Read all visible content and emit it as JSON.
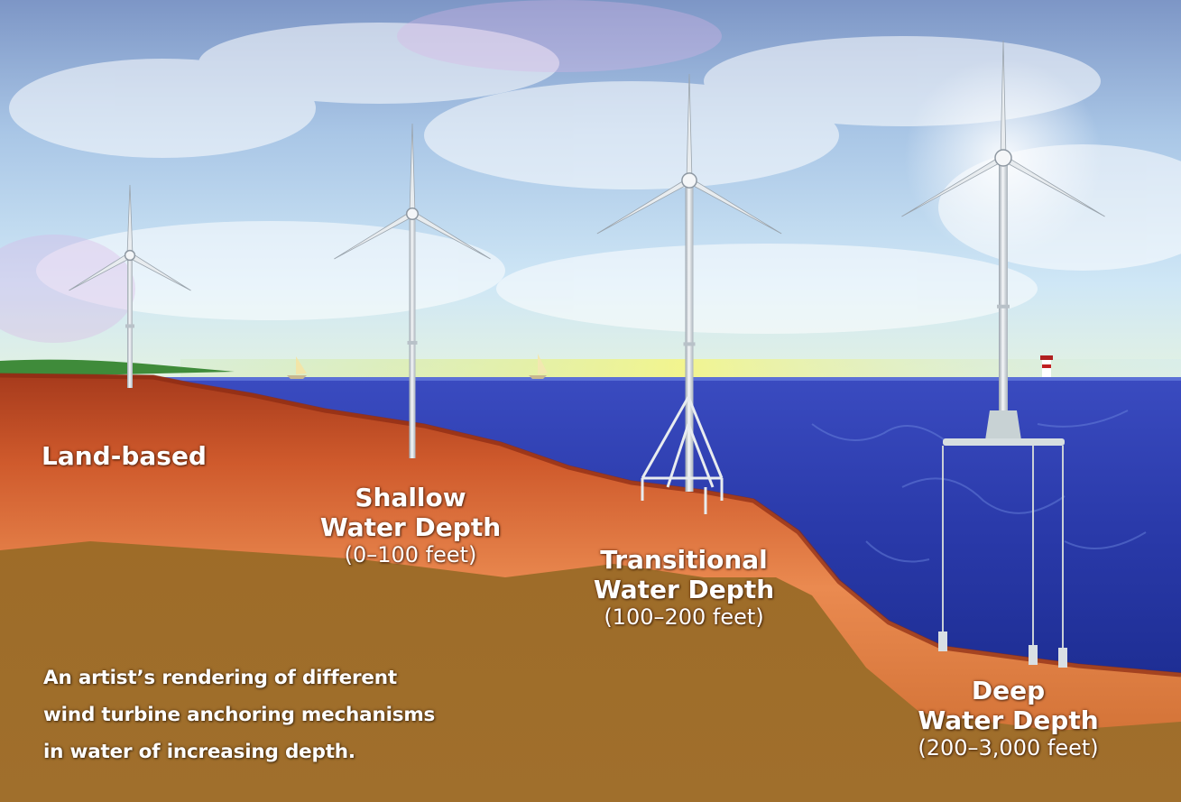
{
  "figure": {
    "zones": [
      {
        "id": "land",
        "title_lines": [
          "Land-based"
        ],
        "range": ""
      },
      {
        "id": "shallow",
        "title_lines": [
          "Shallow",
          "Water Depth"
        ],
        "range": "(0–100 feet)"
      },
      {
        "id": "transitional",
        "title_lines": [
          "Transitional",
          "Water Depth"
        ],
        "range": "(100–200 feet)"
      },
      {
        "id": "deep",
        "title_lines": [
          "Deep",
          "Water Depth"
        ],
        "range": "(200–3,000 feet)"
      }
    ],
    "caption_lines": [
      "An artist’s rendering of different",
      "wind turbine anchoring mechanisms",
      "in water of increasing depth."
    ]
  },
  "colors": {
    "sky_top": "#7a95c4",
    "sky_bottom": "#d9eef8",
    "water": "#2f3fb0",
    "water_deep": "#1f2f96",
    "crust": "#c4552a",
    "crust_light": "#e8864e",
    "bedrock": "#a06a24",
    "turbine": "#e8ecef"
  },
  "icons": [
    "wind-turbine-icon",
    "boat-icon",
    "lighthouse-icon"
  ]
}
